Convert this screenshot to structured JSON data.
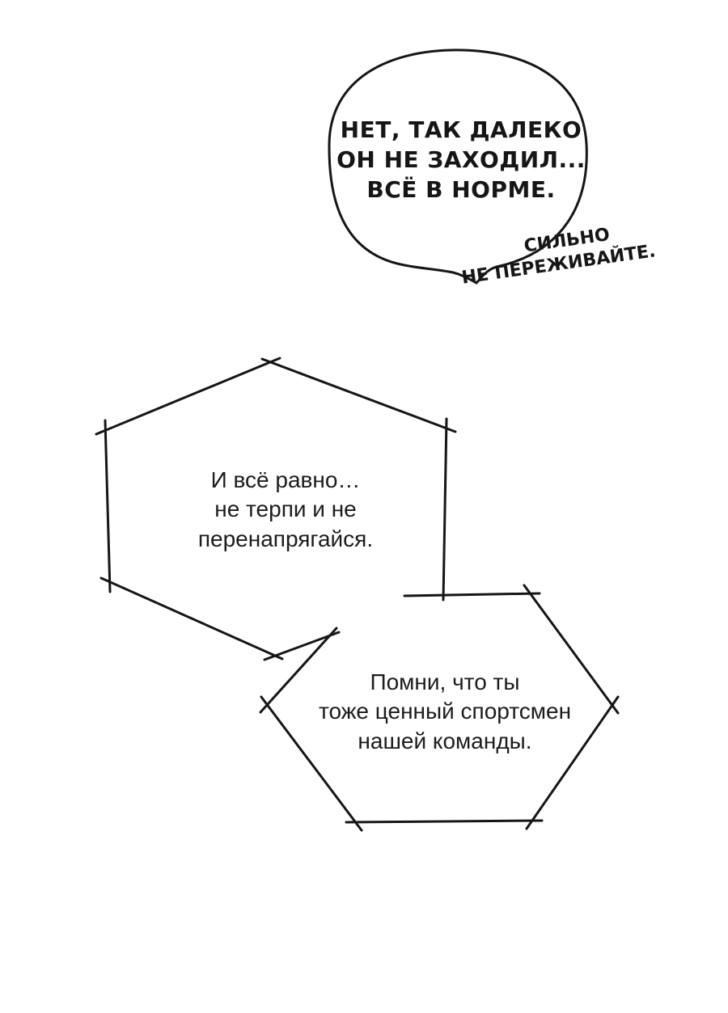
{
  "page": {
    "background_color": "#ffffff",
    "ink_color": "#161616"
  },
  "bubbles": {
    "top": {
      "lines": [
        "НЕТ, ТАК ДАЛЕКО",
        "ОН НЕ ЗАХОДИЛ...",
        "ВСЁ В НОРМЕ."
      ]
    },
    "aside": {
      "lines": [
        "СИЛЬНО",
        "НЕ ПЕРЕЖИВАЙТЕ."
      ]
    },
    "hex1": {
      "lines": [
        "И всё равно…",
        "не терпи и не",
        "перенапрягайся."
      ]
    },
    "hex2": {
      "lines": [
        "Помни, что ты",
        "тоже ценный спортсмен",
        "нашей команды."
      ]
    }
  }
}
